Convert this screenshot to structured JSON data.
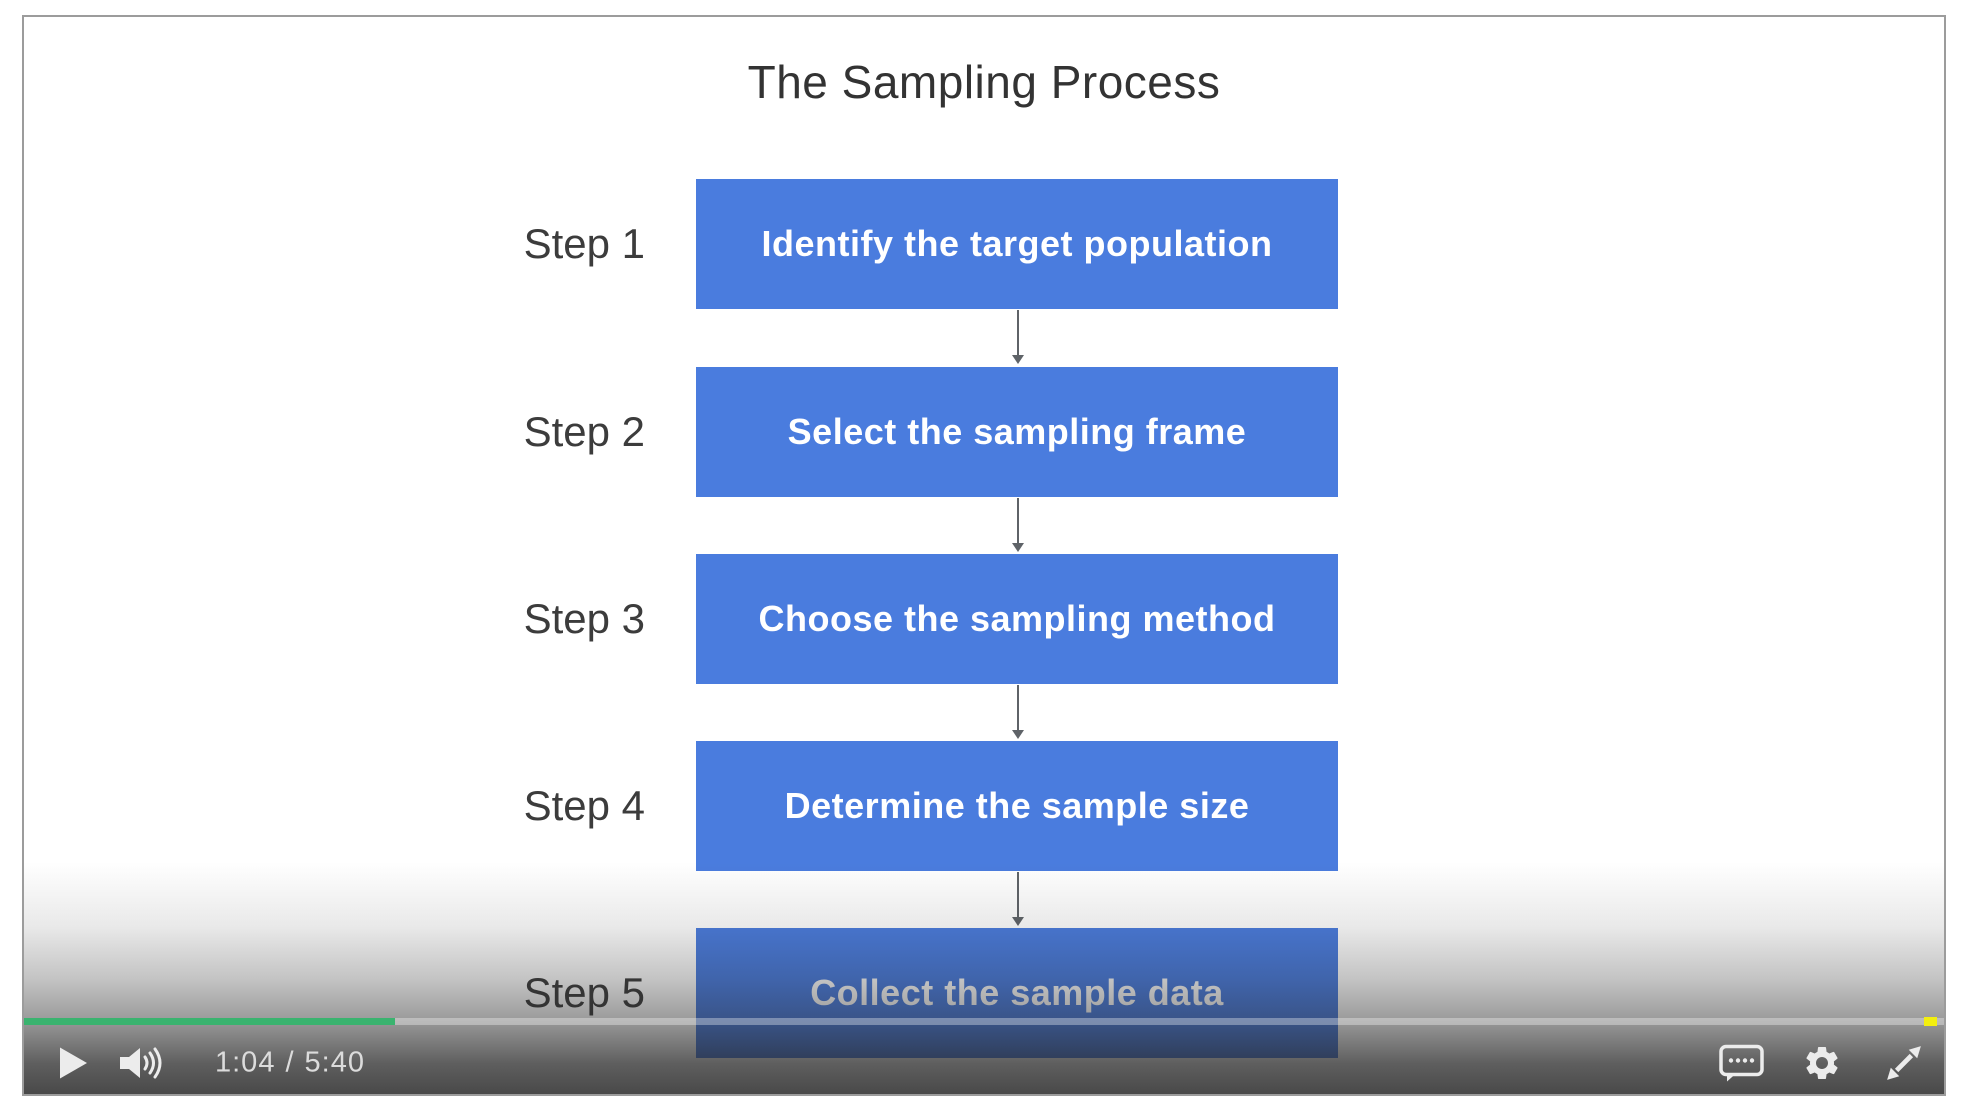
{
  "theme": {
    "box_blue": "#4a7cde",
    "progress_green": "#3ab36f",
    "marker_yellow": "#f3ef0f",
    "border_gray": "#9c9c9c",
    "icon_white": "#ececec",
    "title_dark": "#333333",
    "step_label_dark": "#3c3c3c",
    "arrow_gray": "#5f6368",
    "time_text": "#dcdcdc"
  },
  "slide": {
    "title": "The Sampling Process",
    "steps": [
      {
        "label": "Step 1",
        "text": "Identify the target population"
      },
      {
        "label": "Step 2",
        "text": "Select the sampling frame"
      },
      {
        "label": "Step 3",
        "text": "Choose the sampling method"
      },
      {
        "label": "Step 4",
        "text": "Determine the sample size"
      },
      {
        "label": "Step 5",
        "text": "Collect the sample data"
      }
    ]
  },
  "controls": {
    "current_time": "1:04",
    "time_separator": "/",
    "duration": "5:40",
    "progress_played_fraction": 0.193,
    "icons": [
      {
        "name": "play-icon"
      },
      {
        "name": "volume-icon"
      },
      {
        "name": "captions-icon"
      },
      {
        "name": "settings-icon"
      },
      {
        "name": "fullscreen-icon"
      }
    ]
  }
}
